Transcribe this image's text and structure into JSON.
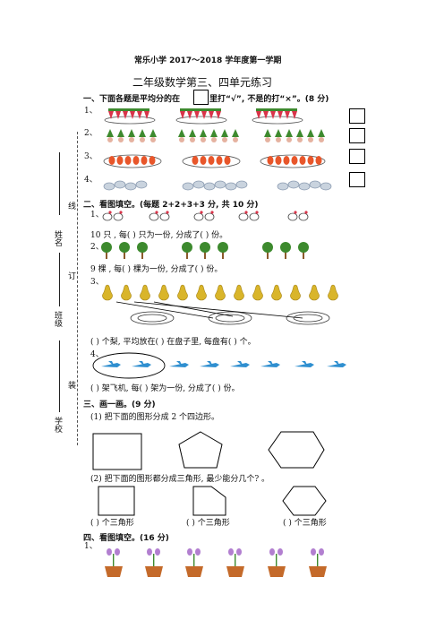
{
  "header": {
    "school_title": "常乐小学 2017～2018 学年度第一学期",
    "subtitle": "二年级数学第三、四单元练习"
  },
  "binding": {
    "line_chars": [
      "线",
      "订",
      "装"
    ],
    "name_label": "姓名",
    "class_label": "班级",
    "school_label": "学校"
  },
  "section1": {
    "heading": "一、下面各题是平均分的在",
    "heading_tail": "里打“√”, 不是的打“×”。(8 分)",
    "items": [
      "1、",
      "2、",
      "3、",
      "4、"
    ]
  },
  "section2": {
    "heading": "二、看图填空。(每题 2+2+3+3 分, 共 10 分)",
    "q1_num": "1、",
    "q1_text": "10 只      , 每(      ) 只为一份, 分成了(      ) 份。",
    "q2_num": "2、",
    "q2_text": "9 棵      , 每(      ) 棵为一份, 分成了(      ) 份。",
    "q3_num": "3、",
    "q3_text": "(      ) 个梨, 平均放在(      ) 在盘子里, 每盘有(      ) 个。",
    "q4_num": "4、",
    "q4_text": "(      ) 架飞机, 每(      ) 架为一份, 分成了(      ) 份。"
  },
  "section3": {
    "heading": "三、画一画。(9 分)",
    "part1": "(1) 把下面的图形分成 2 个四边形。",
    "part2": "(2) 把下面的图形都分成三角形, 最少能分几个? 。",
    "answers": [
      "(      ) 个三角形",
      "(      ) 个三角形",
      "(      ) 个三角形"
    ]
  },
  "section4": {
    "heading": "四、看图填空。(16 分)",
    "q1_num": "1、"
  },
  "colors": {
    "strawberry": "#d9344a",
    "leaf": "#3d8a2e",
    "carrot": "#e8562a",
    "rabbit": "#8a9ab0",
    "pear": "#d9b52a",
    "plane": "#2f8fd0",
    "flower": "#b27fd0",
    "pot": "#c46a2a"
  },
  "icons": [
    "strawberry-icon",
    "radish-icon",
    "carrot-icon",
    "rabbit-icon",
    "chicken-icon",
    "tree-icon",
    "pear-icon",
    "plate-icon",
    "airplane-icon",
    "flower-pot-icon"
  ]
}
